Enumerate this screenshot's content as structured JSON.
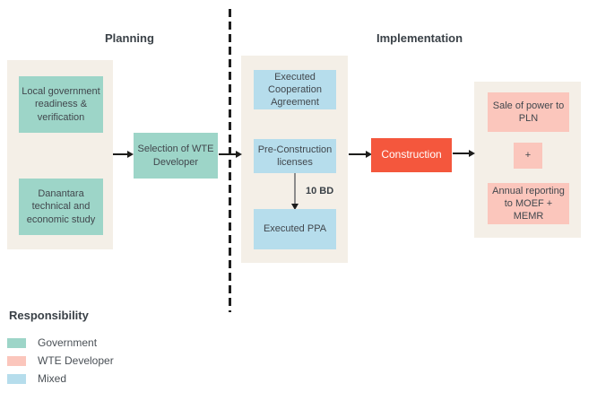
{
  "titles": {
    "planning": "Planning",
    "implementation": "Implementation"
  },
  "planning_column": {
    "local_gov_box": "Local government readiness & verification",
    "danantara_box": "Danantara technical and economic study",
    "selection_box": "Selection of WTE Developer"
  },
  "implementation_column": {
    "cooperation_box": "Executed Cooperation Agreement",
    "preconstruction_box": "Pre-Construction licenses",
    "duration_label": "10 BD",
    "ppa_box": "Executed PPA",
    "construction_box": "Construction",
    "sale_box": "Sale of power to PLN",
    "plus_box": "+",
    "reporting_box": "Annual reporting to MOEF + MEMR"
  },
  "legend": {
    "title": "Responsibility",
    "items": [
      {
        "label": "Government",
        "color": "#9dd5c8"
      },
      {
        "label": "WTE Developer",
        "color": "#fbc6bc"
      },
      {
        "label": "Mixed",
        "color": "#b6ddec"
      }
    ]
  },
  "colors": {
    "government": "#9dd5c8",
    "wte_developer": "#fbc6bc",
    "mixed": "#b6ddec",
    "construction": "#f4573d",
    "construction_text": "#ffffff",
    "panel_bg": "#f4efe7",
    "ink": "#3f464d",
    "arrow_ink": "#1d1d1b",
    "connector_gray": "#8c8c8c"
  }
}
